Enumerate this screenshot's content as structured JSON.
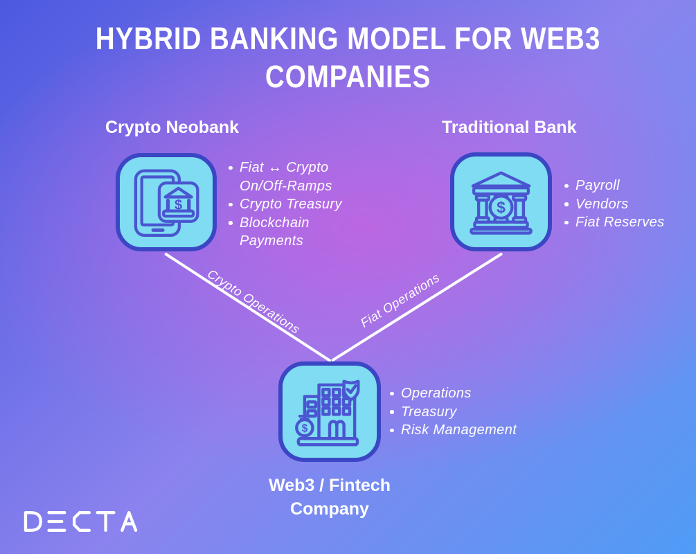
{
  "header": {
    "line1": "HYBRID BANKING MODEL FOR WEB3",
    "line2": "COMPANIES"
  },
  "nodes": {
    "crypto_neobank": {
      "title": "Crypto Neobank",
      "icon": "phone-bank-icon",
      "bullets": [
        "Fiat ↔ Crypto\nOn/Off-Ramps",
        "Crypto Treasury",
        "Blockchain\nPayments"
      ]
    },
    "traditional_bank": {
      "title": "Traditional Bank",
      "icon": "bank-building-icon",
      "bullets": [
        "Payroll",
        "Vendors",
        "Fiat Reserves"
      ]
    },
    "web3_company": {
      "title": "Web3 / Fintech\nCompany",
      "icon": "office-building-shield-moneybag-icon",
      "bullets": [
        "Operations",
        "Treasury",
        "Risk Management"
      ]
    }
  },
  "connectors": {
    "crypto_operations": {
      "label": "Crypto Operations"
    },
    "fiat_operations": {
      "label": "Fiat Operations"
    }
  },
  "footer": {
    "logo": "DECTA"
  },
  "colors": {
    "text": "#ffffff",
    "connector": "#ffffff",
    "icon_fill": "#7fdcf2",
    "icon_border": "#3b46c4",
    "icon_stroke": "#4a55d0",
    "bg_top_left": "#4c59e0",
    "bg_mid": "#8b83ee",
    "bg_center": "#bb66e2",
    "bg_bottom_right": "#4f9cf6"
  }
}
